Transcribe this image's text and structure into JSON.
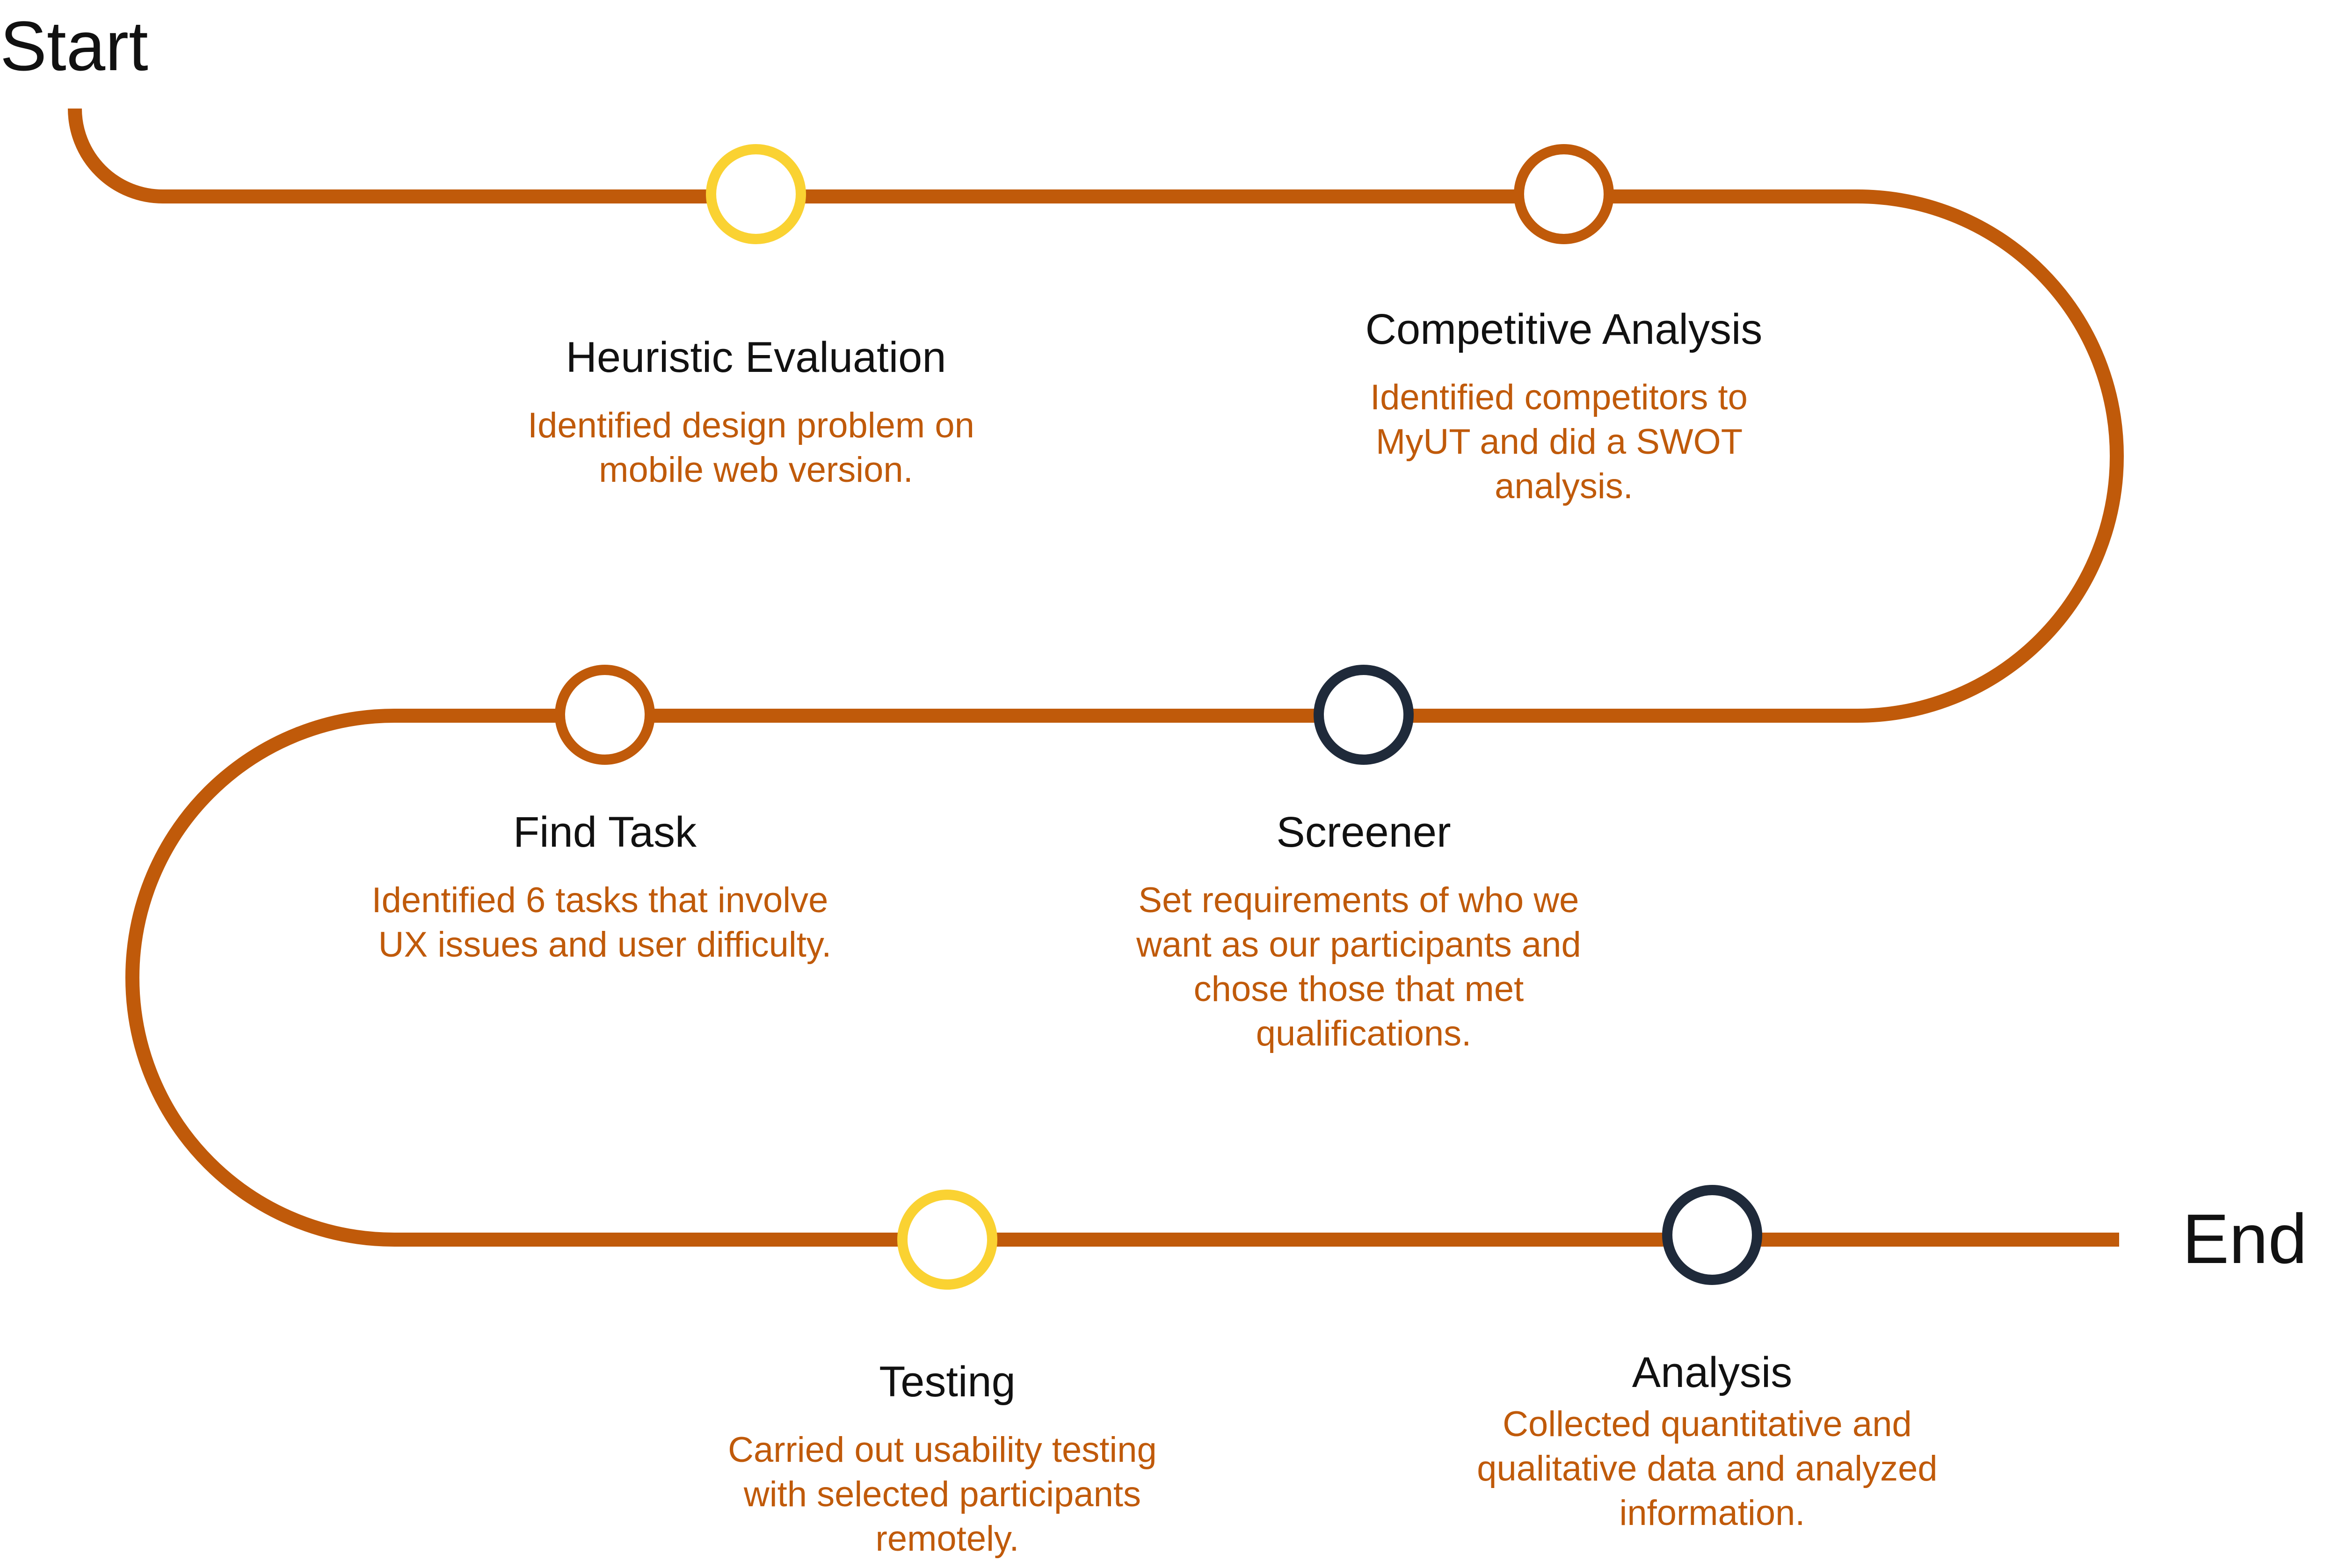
{
  "colors": {
    "path": "#c05a0a",
    "marker_yellow": "#fad232",
    "marker_orange": "#c05a0a",
    "marker_navy": "#1f2a3a",
    "title_text": "#111111",
    "description_text": "#c05a0a"
  },
  "start_label": "Start",
  "end_label": "End",
  "steps": [
    {
      "title": "Heuristic Evaluation",
      "description": [
        "Identified design problem on",
        "mobile web version."
      ],
      "marker_color": "yellow"
    },
    {
      "title": "Competitive Analysis",
      "description": [
        "Identified competitors to",
        "MyUT and did a SWOT",
        "analysis."
      ],
      "marker_color": "orange"
    },
    {
      "title": "Find Task",
      "description": [
        "Identified 6 tasks that involve",
        "UX issues and user difficulty."
      ],
      "marker_color": "orange"
    },
    {
      "title": "Screener",
      "description": [
        "Set requirements of who we",
        "want as our participants and",
        "chose those that met",
        "qualifications."
      ],
      "marker_color": "navy"
    },
    {
      "title": "Testing",
      "description": [
        "Carried out usability testing",
        "with selected participants",
        "remotely."
      ],
      "marker_color": "yellow"
    },
    {
      "title": "Analysis",
      "description": [
        "Collected quantitative and",
        "qualitative data and analyzed",
        "information."
      ],
      "marker_color": "navy"
    }
  ]
}
